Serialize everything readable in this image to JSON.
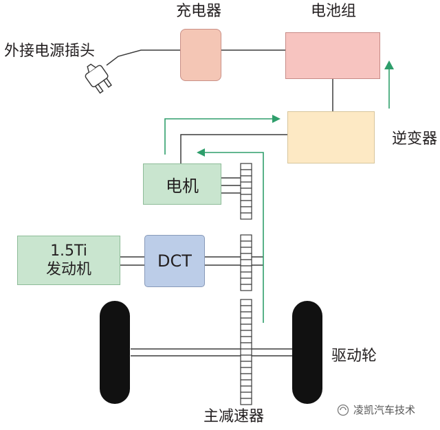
{
  "labels": {
    "charger": "充电器",
    "battery_pack": "电池组",
    "external_plug": "外接电源插头",
    "inverter": "逆变器",
    "drive_wheel": "驱动轮",
    "final_drive": "主减速器"
  },
  "boxes": {
    "motor": "电机",
    "engine_line1": "1.5Ti",
    "engine_line2": "发动机",
    "dct": "DCT"
  },
  "watermark": "凌凯汽车技术",
  "colors": {
    "charger_fill": "#f4c6b5",
    "battery_fill": "#f7c4c0",
    "inverter_fill": "#fde9c4",
    "motor_fill": "#c9e5cf",
    "engine_fill": "#c9e5cf",
    "dct_fill": "#bccde8",
    "line": "#3a3a3a",
    "flow_arrow": "#2e9e6b",
    "wheel": "#111111"
  }
}
